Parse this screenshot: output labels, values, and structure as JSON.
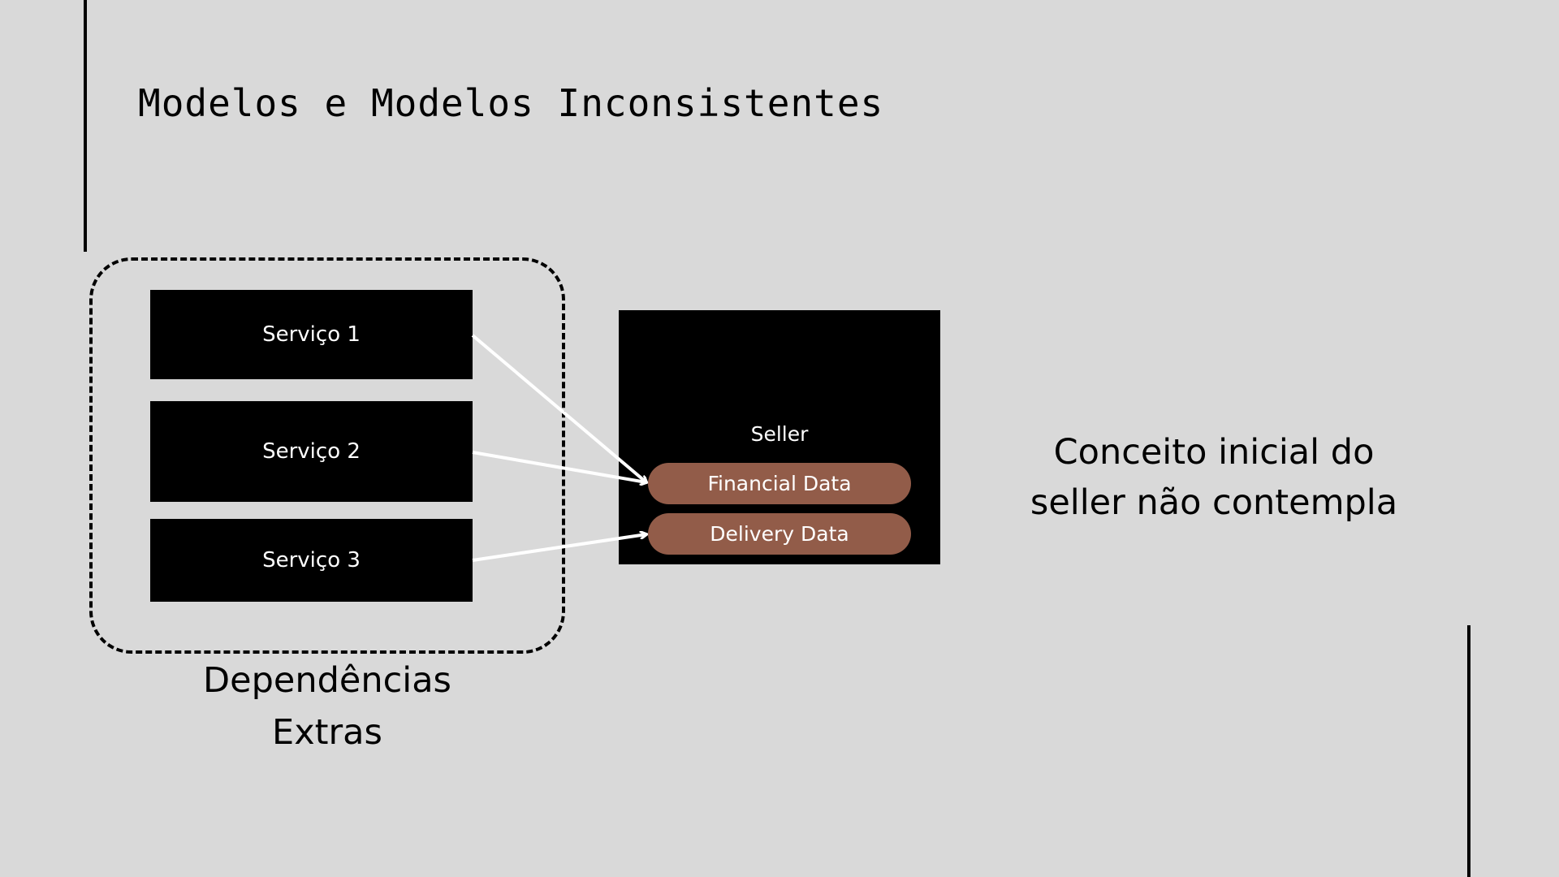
{
  "slide": {
    "title": "Modelos e Modelos Inconsistentes"
  },
  "dependencies": {
    "services": [
      {
        "label": "Serviço 1"
      },
      {
        "label": "Serviço 2"
      },
      {
        "label": "Serviço 3"
      }
    ],
    "group_label_line1": "Dependências",
    "group_label_line2": "Extras"
  },
  "seller": {
    "title": "Seller",
    "fields": [
      {
        "label": "Financial Data"
      },
      {
        "label": "Delivery Data"
      }
    ]
  },
  "note": {
    "line1": "Conceito inicial do",
    "line2": "seller não contempla"
  },
  "colors": {
    "background": "#d9d9d9",
    "box": "#000000",
    "pill": "#925c49",
    "text_on_dark": "#ffffff",
    "arrow": "#ffffff"
  }
}
